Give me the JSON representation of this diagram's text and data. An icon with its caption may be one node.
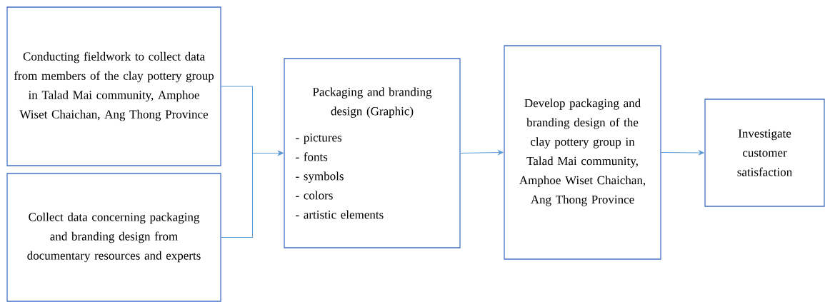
{
  "diagram": {
    "nodes": [
      {
        "text": [
          "Conducting fieldwork to collect data from members of the clay pottery group in Talad Mai community, Amphoe Wiset Chaichan, Ang Thong Province"
        ]
      },
      {
        "text": [
          "Collect data concerning packaging and branding design from documentary resources and experts"
        ]
      },
      {
        "text": [
          "Packaging and branding design (Graphic)",
          "- pictures",
          "- fonts",
          "- symbols",
          "- colors",
          "- artistic elements"
        ]
      },
      {
        "text": [
          "Develop packaging and branding design of the clay pottery group in Talad Mai community, Amphoe Wiset Chaichan, Ang Thong Province"
        ]
      },
      {
        "text": [
          "Investigate customer satisfaction"
        ]
      }
    ],
    "edges": [
      {
        "from": 0,
        "to": 2,
        "arrow": "to"
      },
      {
        "from": 1,
        "to": 2,
        "arrow": "to"
      },
      {
        "from": 2,
        "to": 3,
        "arrow": "to"
      },
      {
        "from": 3,
        "to": 4,
        "arrow": "to"
      }
    ]
  }
}
